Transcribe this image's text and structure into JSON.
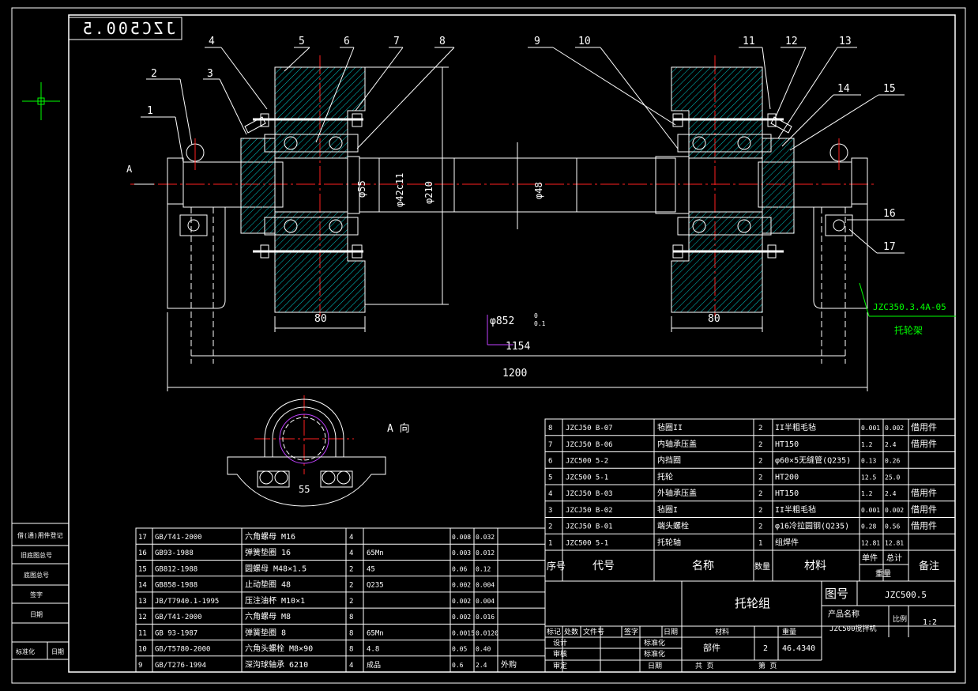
{
  "drawing_number_stamp": "JZC500.5",
  "view_label": "A 向",
  "arrow_label": "A",
  "balloons": [
    "1",
    "2",
    "3",
    "4",
    "5",
    "6",
    "7",
    "8",
    "9",
    "10",
    "11",
    "12",
    "13",
    "14",
    "15",
    "16",
    "17"
  ],
  "dimensions": {
    "d55": "φ55",
    "d42": "φ42c11",
    "d210": "φ210",
    "d48": "φ48",
    "d852": "φ852",
    "tol": [
      "0",
      "0.1"
    ],
    "w80_left": "80",
    "w80_right": "80",
    "w1154": "1154",
    "w1200": "1200",
    "a55": "55"
  },
  "reference": {
    "code": "JZC350.3.4A-05",
    "name": "托轮架"
  },
  "upper_bom": {
    "rows": [
      {
        "no": "8",
        "code": "JZCJ50 B-07",
        "name": "毡圈II",
        "qty": "2",
        "material": "II半粗毛毡",
        "unit": "0.001",
        "total": "0.002",
        "note": "借用件"
      },
      {
        "no": "7",
        "code": "JZCJ50 B-06",
        "name": "内轴承压盖",
        "qty": "2",
        "material": "HT150",
        "unit": "1.2",
        "total": "2.4",
        "note": "借用件"
      },
      {
        "no": "6",
        "code": "JZC500 5-2",
        "name": "内挡圈",
        "qty": "2",
        "material": "φ60×5无缝管(Q235)",
        "unit": "0.13",
        "total": "0.26",
        "note": ""
      },
      {
        "no": "5",
        "code": "JZC500 5-1",
        "name": "托轮",
        "qty": "2",
        "material": "HT200",
        "unit": "12.5",
        "total": "25.0",
        "note": ""
      },
      {
        "no": "4",
        "code": "JZCJ50 B-03",
        "name": "外轴承压盖",
        "qty": "2",
        "material": "HT150",
        "unit": "1.2",
        "total": "2.4",
        "note": "借用件"
      },
      {
        "no": "3",
        "code": "JZCJ50 B-02",
        "name": "毡圈I",
        "qty": "2",
        "material": "II半粗毛毡",
        "unit": "0.001",
        "total": "0.002",
        "note": "借用件"
      },
      {
        "no": "2",
        "code": "JZCJ50 B-01",
        "name": "端头螺栓",
        "qty": "2",
        "material": "φ16冷拉圆钢(Q235)",
        "unit": "0.28",
        "total": "0.56",
        "note": "借用件"
      },
      {
        "no": "1",
        "code": "JZC500 5-1",
        "name": "托轮轴",
        "qty": "1",
        "material": "组焊件",
        "unit": "12.81",
        "total": "12.81",
        "note": ""
      }
    ],
    "header": {
      "no": "序号",
      "code": "代号",
      "name": "名称",
      "qty": "数量",
      "material": "材料",
      "unit": "单件",
      "total": "总计",
      "weight": "重量",
      "note": "备注"
    }
  },
  "lower_bom": {
    "rows": [
      {
        "no": "17",
        "code": "GB/T41-2000",
        "name": "六角螺母 M16",
        "qty": "4",
        "material": "",
        "unit": "0.008",
        "total": "0.032",
        "note": ""
      },
      {
        "no": "16",
        "code": "GB93-1988",
        "name": "弹簧垫圈 16",
        "qty": "4",
        "material": "65Mn",
        "unit": "0.003",
        "total": "0.012",
        "note": ""
      },
      {
        "no": "15",
        "code": "GB812-1988",
        "name": "圆螺母 M48×1.5",
        "qty": "2",
        "material": "45",
        "unit": "0.06",
        "total": "0.12",
        "note": ""
      },
      {
        "no": "14",
        "code": "GB858-1988",
        "name": "止动垫圈 48",
        "qty": "2",
        "material": "Q235",
        "unit": "0.002",
        "total": "0.004",
        "note": ""
      },
      {
        "no": "13",
        "code": "JB/T7940.1-1995",
        "name": "压注油杯 M10×1",
        "qty": "2",
        "material": "",
        "unit": "0.002",
        "total": "0.004",
        "note": ""
      },
      {
        "no": "12",
        "code": "GB/T41-2000",
        "name": "六角螺母 M8",
        "qty": "8",
        "material": "",
        "unit": "0.002",
        "total": "0.016",
        "note": ""
      },
      {
        "no": "11",
        "code": "GB 93-1987",
        "name": "弹簧垫圈 8",
        "qty": "8",
        "material": "65Mn",
        "unit": "0.0015",
        "total": "0.0120",
        "note": ""
      },
      {
        "no": "10",
        "code": "GB/T5780-2000",
        "name": "六角头螺栓 M8×90",
        "qty": "8",
        "material": "4.8",
        "unit": "0.05",
        "total": "0.40",
        "note": ""
      },
      {
        "no": "9",
        "code": "GB/T276-1994",
        "name": "深沟球轴承 6210",
        "qty": "4",
        "material": "成品",
        "unit": "0.6",
        "total": "2.4",
        "note": "外购"
      }
    ]
  },
  "left_column": [
    "借(通)用件登记",
    "旧底图总号",
    "底图总号",
    "签字",
    "日期",
    "标准化",
    "日期"
  ],
  "title_block": {
    "part_name": "托轮组",
    "drawing_label": "图号",
    "drawing_no": "JZC500.5",
    "product_label": "产品名称",
    "product_name": "JZC500搅拌机",
    "scale_label": "比例",
    "scale": "1:2",
    "material_label": "材料",
    "weight_label": "重量",
    "component_label": "部件",
    "component_qty": "2",
    "weight": "46.4340",
    "sheet_label": "共 页",
    "sheet_no_label": "第 页",
    "rev_headers": [
      "标记",
      "处数",
      "文件号",
      "签字",
      "日期"
    ],
    "roles": [
      "设计",
      "审核",
      "审定"
    ],
    "roles2": [
      "标准化",
      "标准化",
      "日期"
    ]
  },
  "colors": {
    "outline": "#ffffff",
    "hatch": "#00c8c8",
    "center": "#ff2020",
    "dim": "#ffffff",
    "ref": "#00ff00",
    "view": "#c040ff",
    "ucs": "#00ff00"
  }
}
